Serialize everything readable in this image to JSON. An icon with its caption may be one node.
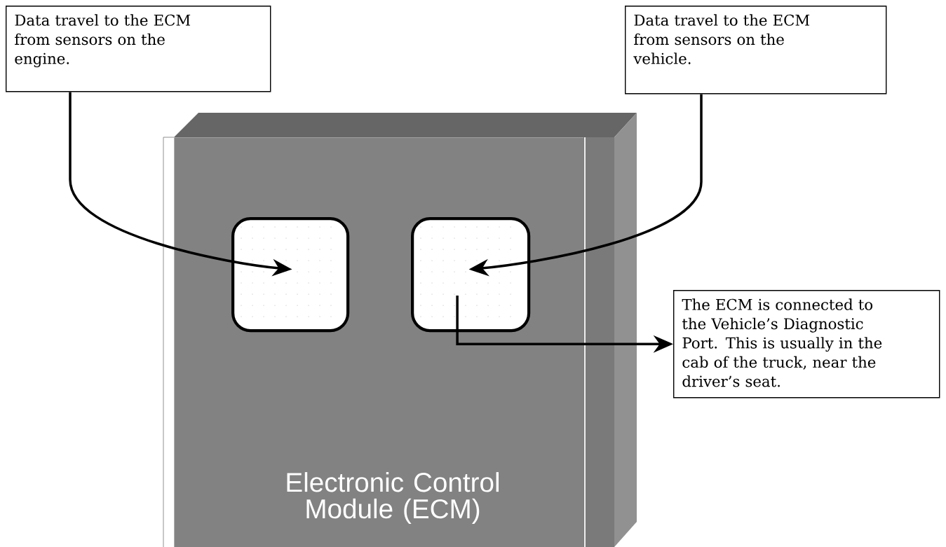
{
  "diagram": {
    "nodes": [
      {
        "text": [
          "Data travel to the ECM from sensors on the engine."
        ]
      },
      {
        "text": [
          "Data travel to the ECM from sensors on the vehicle."
        ]
      },
      {
        "text": [
          "Electronic Control Module (ECM)"
        ]
      },
      {
        "text": [],
        "shape": "box",
        "in": 2
      },
      {
        "text": [],
        "shape": "box",
        "in": 2
      },
      {
        "text": [
          "The ECM is connected to the Vehicle’s Diagnostic Port. This is usually in the cab of the truck, near the driver’s seat."
        ]
      }
    ],
    "edges": [
      {
        "from": 0,
        "to": 3,
        "arrow": "to"
      },
      {
        "from": 1,
        "to": 4,
        "arrow": "to"
      },
      {
        "from": 4,
        "to": 5,
        "arrow": "to"
      }
    ]
  }
}
